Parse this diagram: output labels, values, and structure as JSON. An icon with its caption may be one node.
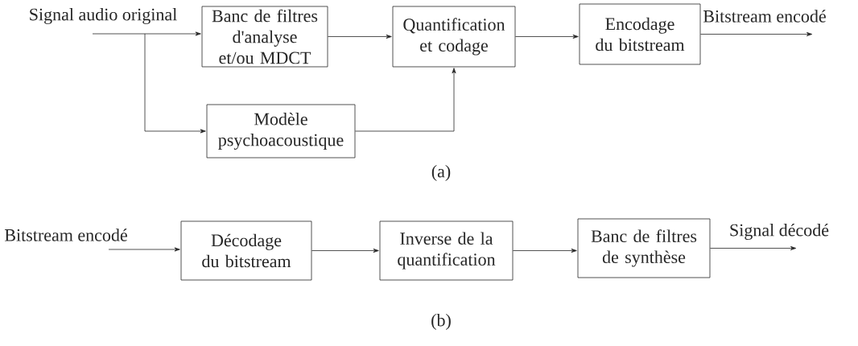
{
  "diagram": {
    "nodes": [
      {
        "text": [
          "Banc de filtres d'analyse et/ou MDCT"
        ]
      },
      {
        "text": [
          "Quantification et codage"
        ]
      },
      {
        "text": [
          "Encodage du bitstream"
        ]
      },
      {
        "text": [
          "Modèle psychoacoustique"
        ]
      },
      {
        "text": [
          "Décodage du bitstream"
        ]
      },
      {
        "text": [
          "Inverse de la quantification"
        ]
      },
      {
        "text": [
          "Banc de filtres de synthèse"
        ]
      }
    ],
    "edges": [
      {
        "from": null,
        "to": 0,
        "arrow": "to",
        "label": "Signal audio original"
      },
      {
        "from": null,
        "to": 3,
        "arrow": "to"
      },
      {
        "from": 0,
        "to": 1,
        "arrow": "to"
      },
      {
        "from": 3,
        "to": 1,
        "arrow": "to"
      },
      {
        "from": 1,
        "to": 2,
        "arrow": "to"
      },
      {
        "from": 2,
        "to": null,
        "arrow": "to",
        "label": "Bitstream encodé"
      },
      {
        "from": null,
        "to": 4,
        "arrow": "to",
        "label": "Bitstream encodé"
      },
      {
        "from": 4,
        "to": 5,
        "arrow": "to"
      },
      {
        "from": 5,
        "to": 6,
        "arrow": "to"
      },
      {
        "from": 6,
        "to": null,
        "arrow": "to",
        "label": "Signal décodé"
      }
    ],
    "labels": [
      "(a)",
      "(b)"
    ]
  }
}
